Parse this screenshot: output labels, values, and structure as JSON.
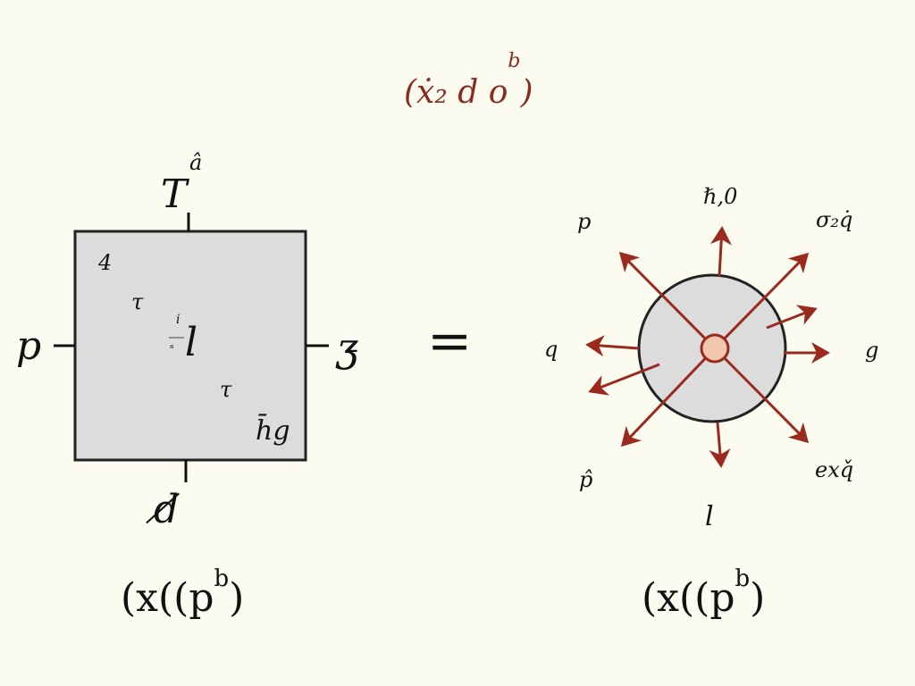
{
  "title": {
    "main": "(ẋ₂ d o",
    "sup": "b",
    "close": ")"
  },
  "colors": {
    "background": "#fbfbf0",
    "accent": "#9b2a1e",
    "fill": "#dcdcdc",
    "stroke": "#222222"
  },
  "left_diagram": {
    "top_label": "T",
    "top_hat": "â",
    "left_label": "p",
    "right_label": "ʒ̵",
    "bottom_label": "d̸",
    "inner_labels": [
      "4",
      "τ",
      "i",
      "ₛ",
      "l",
      "τ",
      "h̄g"
    ],
    "formula": {
      "main": "(ⅹ((p",
      "sup": "b",
      "close": ")"
    }
  },
  "equals": "=",
  "right_diagram": {
    "labels": {
      "top": "ℏ,0",
      "top_left": "p",
      "top_right": "σ₂q̇",
      "left": "q",
      "right": "g",
      "bottom_left": "p̂",
      "bottom": "l",
      "bottom_right": "exq̌"
    },
    "formula": {
      "main": "(ⅹ((p",
      "sup": "b",
      "close": ")"
    }
  }
}
